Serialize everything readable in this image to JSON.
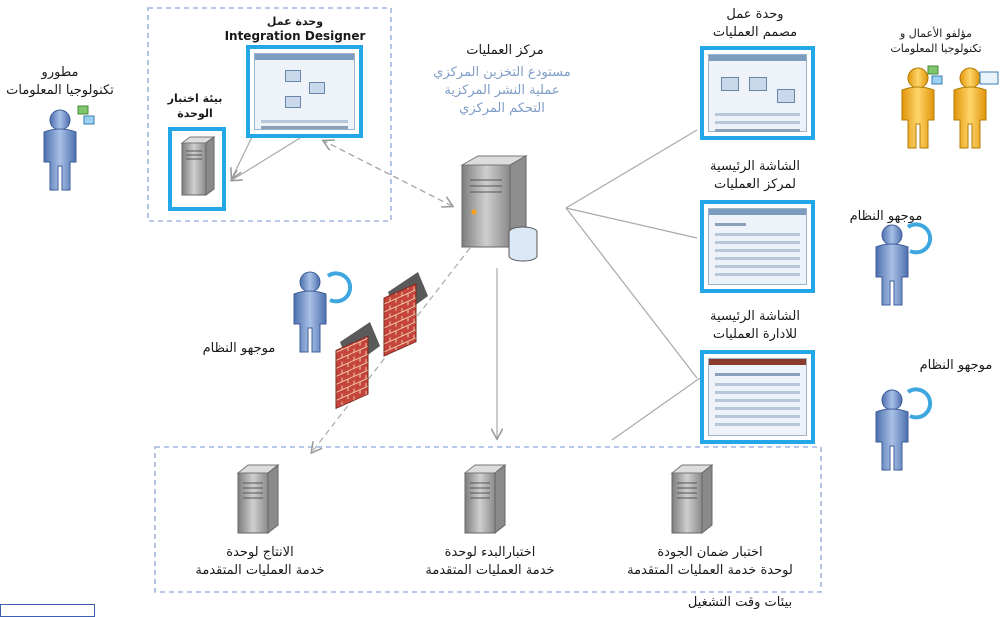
{
  "labels": {
    "it_developers": [
      "مطورو",
      "تكنولوجيا المعلومات"
    ],
    "id_workstation_line1": "وحدة عمل",
    "id_workstation_line2": "Integration Designer",
    "unit_test_env": [
      "بيئة اختبار",
      "الوحدة"
    ],
    "process_center_title": "مركز العمليات",
    "process_center_items": [
      "مستودع التخزين المركزي",
      "عملية النشر المركزية",
      "التحكم المركزي"
    ],
    "pd_workstation": [
      "وحدة عمل",
      "مصمم العمليات"
    ],
    "business_authors": [
      "مؤلفو الأعمال و",
      "تكنولوجيا المعلومات"
    ],
    "pc_console": [
      "الشاشة الرئيسية",
      "لمركز العمليات"
    ],
    "admin_console": [
      "الشاشة الرئيسية",
      "للادارة العمليات"
    ],
    "sys_admin_1": "موجهو النظام",
    "sys_admin_2": "موجهو النظام",
    "sys_admin_left": "موجهو النظام",
    "production": [
      "الانتاج لوحدة",
      "خدمة العمليات المتقدمة"
    ],
    "staging": [
      "اختبارالبدء لوحدة",
      "خدمة العمليات المتقدمة"
    ],
    "qa": [
      "اختبار ضمان الجودة",
      "لوحدة خدمة العمليات المتقدمة"
    ],
    "runtime_envs": "بيئات وقت التشغيل"
  },
  "colors": {
    "accent_blue": "#22a7e8",
    "person_blue": "#6f8fc4",
    "person_yellow": "#f2b01e",
    "brick": "#c0392b",
    "server_gray": "#9a9a9a"
  }
}
